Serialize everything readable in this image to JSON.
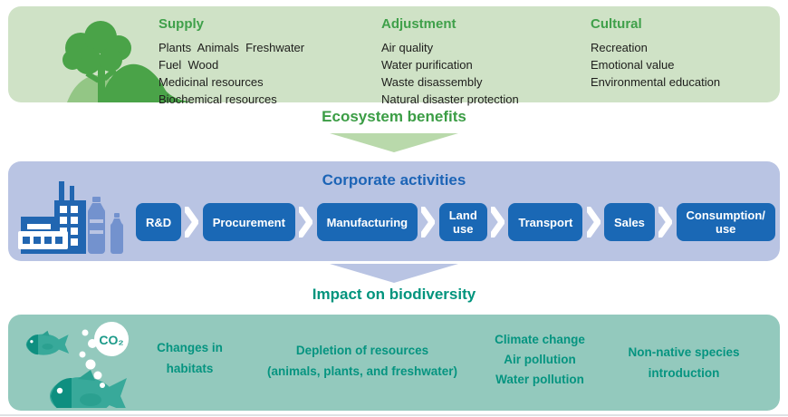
{
  "ecosystem": {
    "flow_label": "Ecosystem benefits",
    "columns": [
      {
        "heading": "Supply",
        "items": [
          "Plants  Animals  Freshwater",
          "Fuel  Wood",
          "Medicinal resources",
          "Biochemical resources"
        ]
      },
      {
        "heading": "Adjustment",
        "items": [
          "Air quality",
          "Water purification",
          "Waste disassembly",
          "Natural disaster protection"
        ]
      },
      {
        "heading": "Cultural",
        "items": [
          "Recreation",
          "Emotional value",
          "Environmental education"
        ]
      }
    ]
  },
  "corporate": {
    "title": "Corporate activities",
    "flow_label": "Impact on biodiversity",
    "steps": [
      {
        "label": "R&D"
      },
      {
        "label": "Procurement"
      },
      {
        "label": "Manufacturing"
      },
      {
        "label": "Land\nuse"
      },
      {
        "label": "Transport"
      },
      {
        "label": "Sales"
      },
      {
        "label": "Consumption/\nuse"
      }
    ]
  },
  "biodiversity": {
    "impacts": [
      "Changes in\nhabitats",
      "Depletion of resources\n(animals, plants, and freshwater)",
      "Climate change\nAir pollution\nWater pollution",
      "Non-native species\nintroduction"
    ]
  },
  "icons": {
    "co2_label": "CO₂"
  },
  "colors": {
    "green_accent": "#3fa04a",
    "green_band": "#cfe2c6",
    "green_arrow": "#b9d9ab",
    "blue_accent": "#1c64b6",
    "blue_band": "#b9c4e3",
    "blue_step": "#1a68b5",
    "teal_accent": "#00947d",
    "teal_band": "#93c9bd"
  }
}
